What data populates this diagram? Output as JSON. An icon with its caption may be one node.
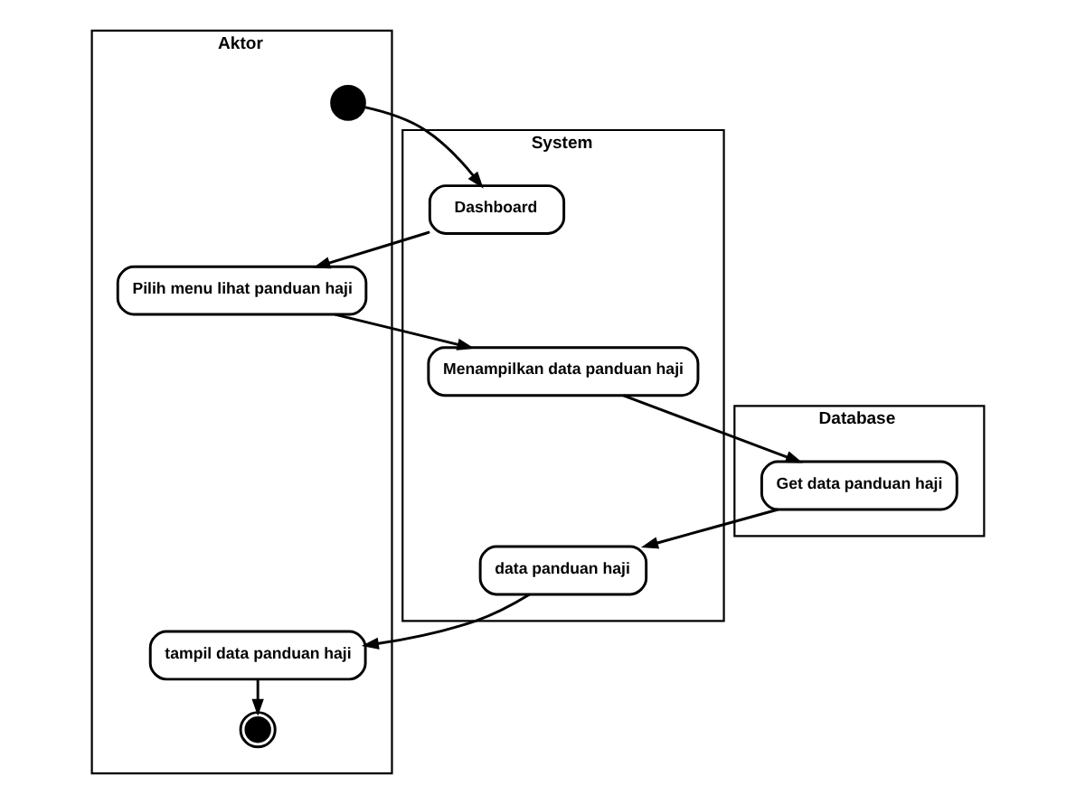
{
  "diagram": {
    "nodes": [
      {
        "text": [
          "Aktor"
        ]
      },
      {
        "text": [
          "System"
        ]
      },
      {
        "text": [
          "Database"
        ]
      },
      {
        "text": [],
        "shape": "circle",
        "in": 0
      },
      {
        "text": [
          "Pilih menu lihat panduan haji"
        ],
        "in": 0
      },
      {
        "text": [
          "Dashboard"
        ],
        "in": 1
      },
      {
        "text": [
          "Menampilkan data panduan haji"
        ],
        "in": 1
      },
      {
        "text": [
          "Get data panduan haji"
        ],
        "in": 2
      },
      {
        "text": [
          "tampil data panduan haji"
        ],
        "in": 0
      },
      {
        "text": [
          "data panduan haji"
        ],
        "in": 1
      },
      {
        "text": [],
        "shape": "bullseye",
        "in": 0
      }
    ],
    "edges": [
      {
        "from": 3,
        "to": 5,
        "arrow": "to"
      },
      {
        "from": 5,
        "to": 4,
        "arrow": "to"
      },
      {
        "from": 4,
        "to": 6,
        "arrow": "to"
      },
      {
        "from": 6,
        "to": 7,
        "arrow": "to"
      },
      {
        "from": 7,
        "to": 9,
        "arrow": "to"
      },
      {
        "from": 9,
        "to": 8,
        "arrow": "to"
      },
      {
        "from": 8,
        "to": 10,
        "arrow": "to"
      }
    ]
  }
}
